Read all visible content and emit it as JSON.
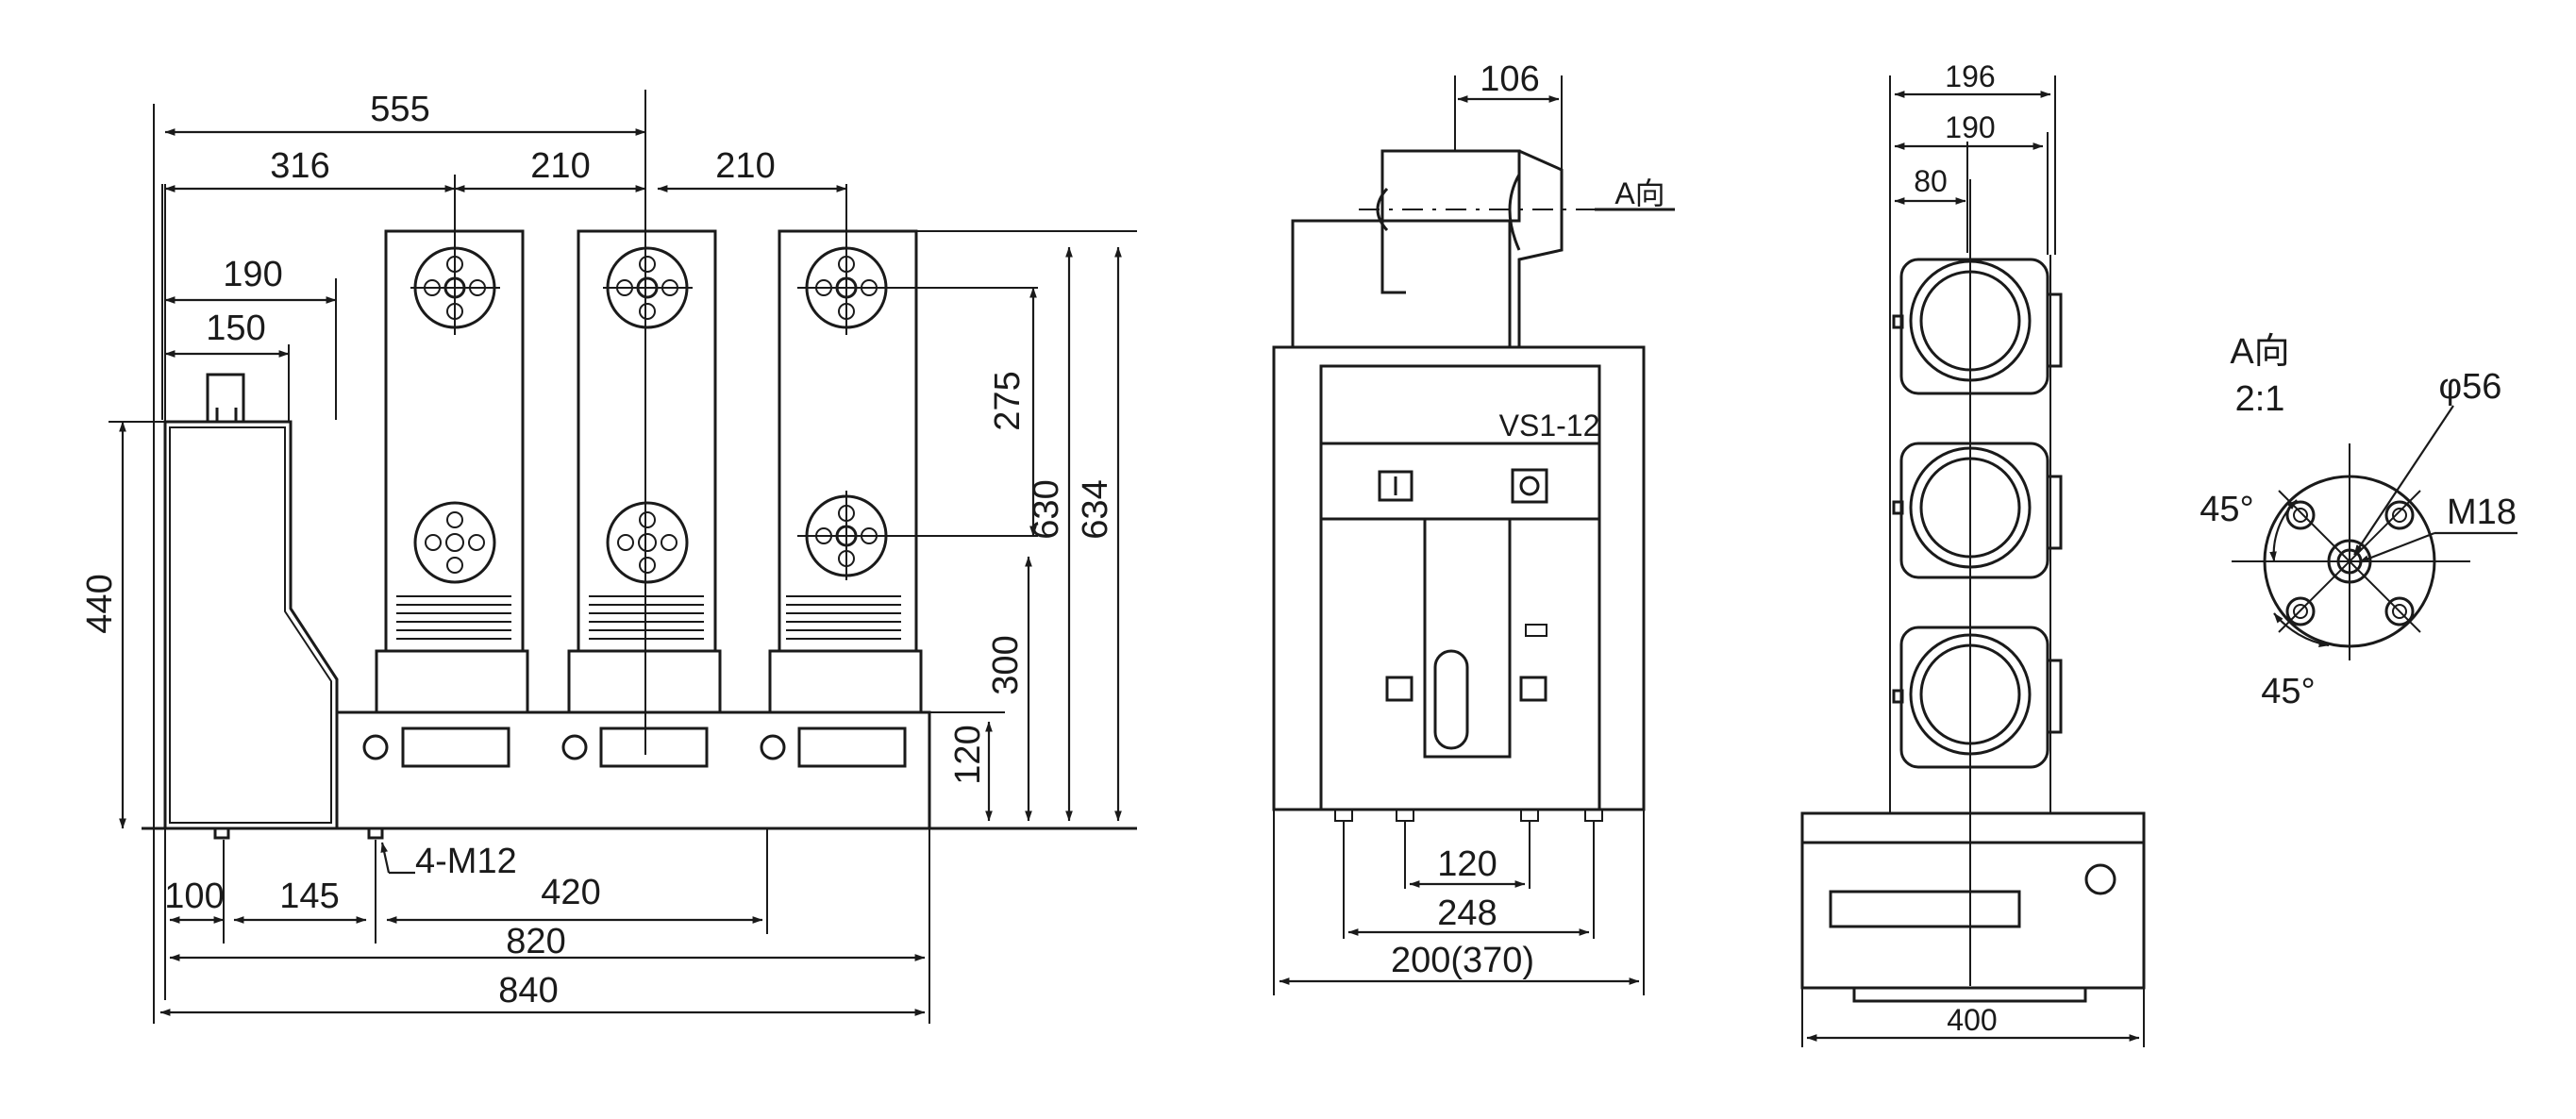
{
  "front_view": {
    "dims": {
      "d555": "555",
      "d316": "316",
      "d210a": "210",
      "d210b": "210",
      "d190": "190",
      "d150": "150",
      "d440": "440",
      "d275": "275",
      "d300": "300",
      "d630": "630",
      "d634": "634",
      "d120": "120",
      "d100": "100",
      "d145": "145",
      "d420": "420",
      "d820": "820",
      "d840": "840"
    },
    "bolt_label": "4-M12"
  },
  "side_view": {
    "model_label": "VS1-12",
    "view_arrow_label": "A向",
    "dims": {
      "d106": "106",
      "d120": "120",
      "d248": "248",
      "d200": "200(370)"
    }
  },
  "top_view": {
    "dims": {
      "d196": "196",
      "d190": "190",
      "d80": "80",
      "d400": "400"
    }
  },
  "detail_view": {
    "title": "A向",
    "scale": "2:1",
    "phi": "φ56",
    "thread": "M18",
    "angle_top": "45°",
    "angle_bottom": "45°"
  }
}
